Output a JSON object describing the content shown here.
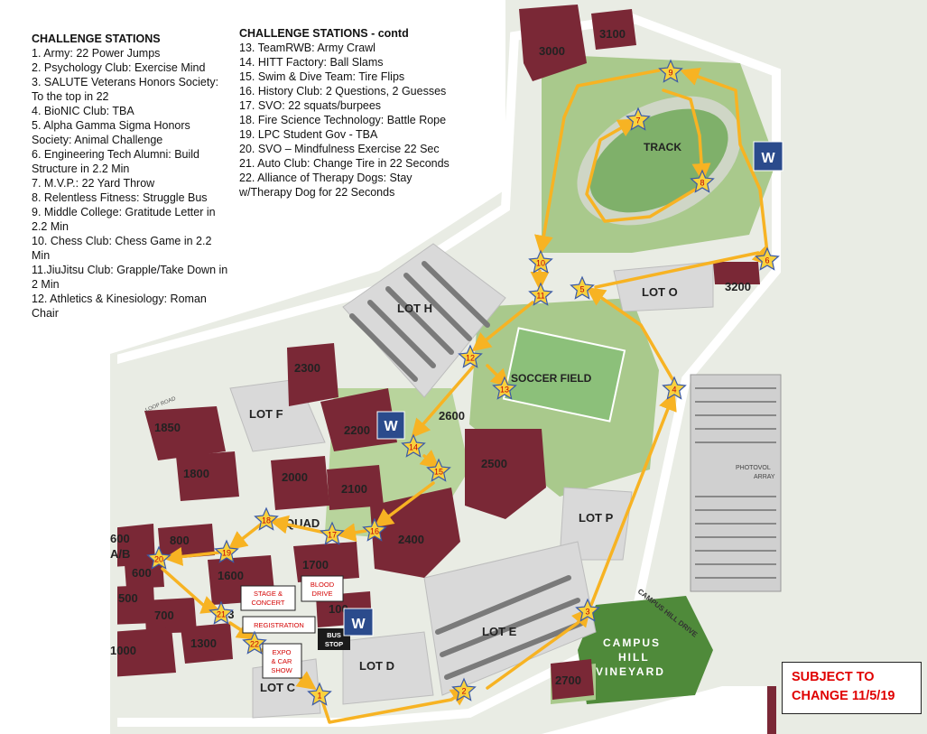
{
  "legend_left": {
    "title": "CHALLENGE STATIONS",
    "items": [
      "1. Army: 22 Power Jumps",
      "2. Psychology Club: Exercise Mind",
      "3. SALUTE Veterans Honors Society: To the top in 22",
      "4. BioNIC Club:  TBA",
      "5. Alpha Gamma Sigma Honors Society: Animal Challenge",
      "6. Engineering Tech Alumni: Build Structure in 2.2 Min",
      "7. M.V.P.: 22 Yard Throw",
      "8. Relentless Fitness: Struggle Bus",
      "9. Middle College: Gratitude Letter in 2.2 Min",
      "10. Chess Club: Chess Game in 2.2 Min",
      "11.JiuJitsu Club: Grapple/Take Down in 2 Min",
      "12. Athletics & Kinesiology:  Roman Chair"
    ]
  },
  "legend_right": {
    "title": "CHALLENGE STATIONS - contd",
    "items": [
      "13. TeamRWB:  Army Crawl",
      "14. HITT Factory:  Ball Slams",
      "15. Swim & Dive Team: Tire Flips",
      "16. History Club: 2 Questions, 2 Guesses",
      "17. SVO: 22 squats/burpees",
      "18. Fire Science Technology: Battle Rope",
      "19. LPC Student Gov - TBA",
      "20. SVO – Mindfulness Exercise 22 Sec",
      "21. Auto Club: Change Tire in 22 Seconds",
      "22. Alliance of Therapy Dogs: Stay w/Therapy Dog for 22 Seconds"
    ]
  },
  "notice": {
    "line1": "SUBJECT TO",
    "line2": "CHANGE 11/5/19"
  },
  "map": {
    "buildings": {
      "b3000": "3000",
      "b3100": "3100",
      "b3200": "3200",
      "b2300": "2300",
      "b2200": "2200",
      "b2600": "2600",
      "b2500": "2500",
      "b2400": "2400",
      "b2100": "2100",
      "b2000": "2000",
      "b1850": "1850",
      "b1800": "1800",
      "b1700": "1700",
      "b1600": "1600",
      "b1300": "1300",
      "b1000": "1000",
      "b800": "800",
      "b700": "700",
      "b600": "600",
      "b500": "500",
      "b2700": "2700",
      "b100": "100",
      "b13": "13",
      "b600b": "600",
      "bAB": "A/B"
    },
    "areas": {
      "track": "TRACK",
      "soccer": "SOCCER FIELD",
      "quad": "QUAD",
      "lot_h": "LOT H",
      "lot_f": "LOT F",
      "lot_o": "LOT O",
      "lot_p": "LOT P",
      "lot_e": "LOT E",
      "lot_d": "LOT D",
      "lot_c": "LOT C",
      "vineyard1": "CAMPUS",
      "vineyard2": "HILL",
      "vineyard3": "VINEYARD",
      "campus_hill_drive": "CAMPUS HILL DRIVE",
      "loop_road": "LOOP ROAD",
      "photovoltaic1": "PHOTOVOL",
      "photovoltaic2": "ARRAY"
    },
    "callouts": {
      "stage1": "STAGE &",
      "stage2": "CONCERT",
      "blood1": "BLOOD",
      "blood2": "DRIVE",
      "registration": "REGISTRATION",
      "expo1": "EXPO",
      "expo2": "& CAR",
      "expo3": "SHOW",
      "bus1": "BUS",
      "bus2": "STOP"
    },
    "water_marker": "W",
    "stations": [
      "1",
      "2",
      "3",
      "4",
      "5",
      "6",
      "7",
      "8",
      "9",
      "10",
      "11",
      "12",
      "13",
      "14",
      "15",
      "16",
      "17",
      "18",
      "19",
      "20",
      "21",
      "22"
    ],
    "colors": {
      "route": "#f7b323",
      "star": "#f9d13d",
      "building": "#7a2836",
      "grass": "#a9c98c",
      "lot": "#dcdcdc",
      "water_marker": "#2b4b8c",
      "callout_text": "#d40000"
    }
  }
}
